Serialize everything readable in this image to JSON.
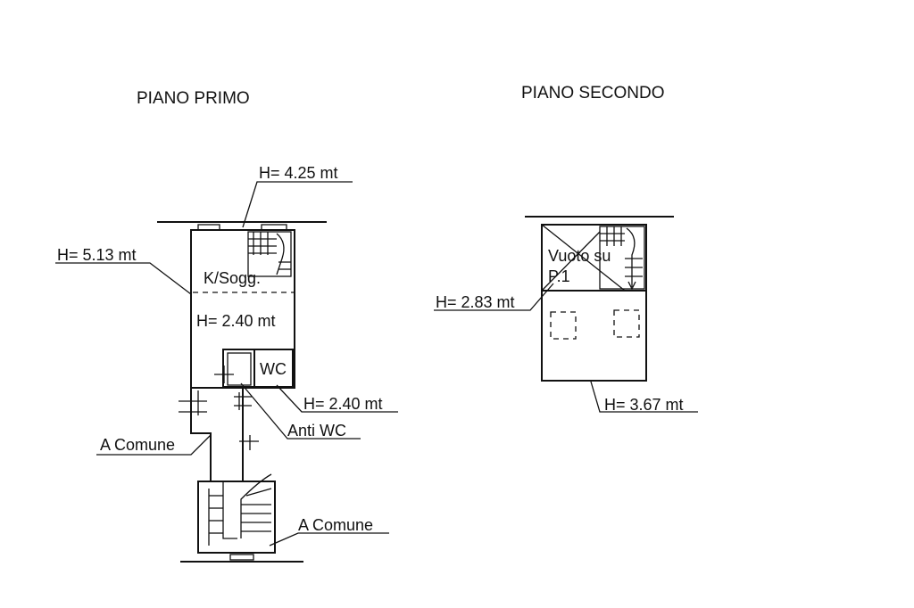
{
  "floors": {
    "first": {
      "title": "PIANO PRIMO",
      "heights": {
        "top": "H= 4.25 mt",
        "left": "H= 5.13 mt",
        "room": "H= 2.40 mt",
        "wc": "H= 2.40 mt"
      },
      "rooms": {
        "kitchen": "K/Sogg.",
        "wc": "WC",
        "anti_wc": "Anti WC"
      },
      "common": [
        "A Comune",
        "A Comune"
      ]
    },
    "second": {
      "title": "PIANO SECONDO",
      "void_line1": "Vuoto su",
      "void_line2": "P.1",
      "heights": {
        "left": "H= 2.83 mt",
        "bottom": "H= 3.67 mt"
      }
    }
  }
}
